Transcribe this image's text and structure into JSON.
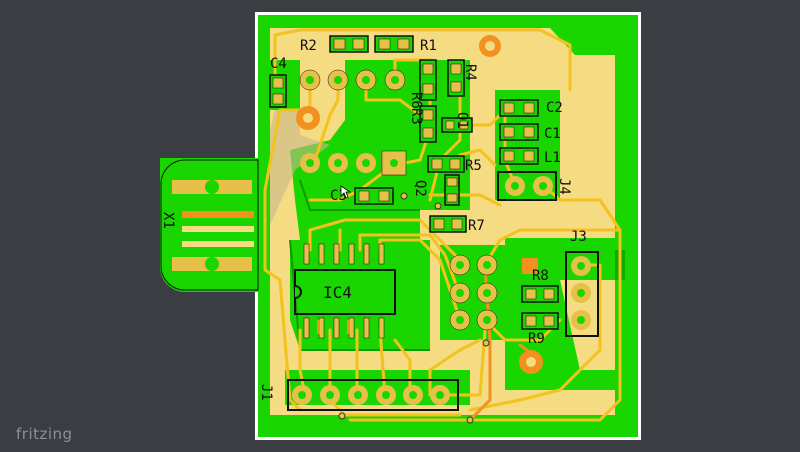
{
  "app": {
    "brand": "fritzing"
  },
  "colors": {
    "background": "#3a3d41",
    "board_outline": "#ffffff",
    "copper_top": "#19d600",
    "copper_bottom": "#f5dc82",
    "trace_top": "#f2c21e",
    "trace_bottom": "#f29020",
    "pad": "#e7c04a",
    "silkscreen": "#111111"
  },
  "labels": {
    "R1": "R1",
    "R2": "R2",
    "R3": "R3",
    "R4": "R4",
    "R5": "R5",
    "R6": "R6",
    "R7": "R7",
    "R8": "R8",
    "R9": "R9",
    "C1": "C1",
    "C2": "C2",
    "C3": "C3",
    "C4": "C4",
    "L1": "L1",
    "Q1": "Q1",
    "Q2": "Q2",
    "IC4": "IC4",
    "J1": "J1",
    "J3": "J3",
    "J4": "J4",
    "X1": "X1"
  },
  "icons": [
    "usb-connector-icon",
    "mouse-cursor-icon"
  ]
}
